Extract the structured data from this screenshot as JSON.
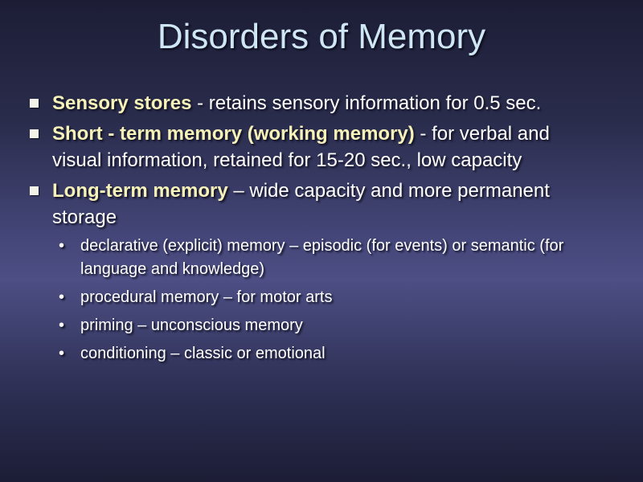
{
  "slide": {
    "title": "Disorders of Memory",
    "bullets": [
      {
        "keyword": "Sensory stores",
        "text": " - retains sensory information for 0.5 sec."
      },
      {
        "keyword": "Short - term memory (working memory)",
        "text": " - for verbal and visual information, retained for 15-20 sec., low capacity"
      },
      {
        "keyword": "Long-term memory",
        "text": " – wide capacity and more permanent storage"
      }
    ],
    "sub_bullet_marker": "•",
    "sub_bullets": [
      "declarative (explicit) memory – episodic (for events) or semantic (for language and knowledge)",
      "procedural memory – for motor arts",
      "priming – unconscious memory",
      "conditioning – classic or emotional"
    ]
  },
  "colors": {
    "title": "#cfe6f5",
    "keyword": "#f6f2b8",
    "body_text": "#ffffff",
    "background_center": "#4d4f85",
    "background_edge": "#1c1d35"
  }
}
